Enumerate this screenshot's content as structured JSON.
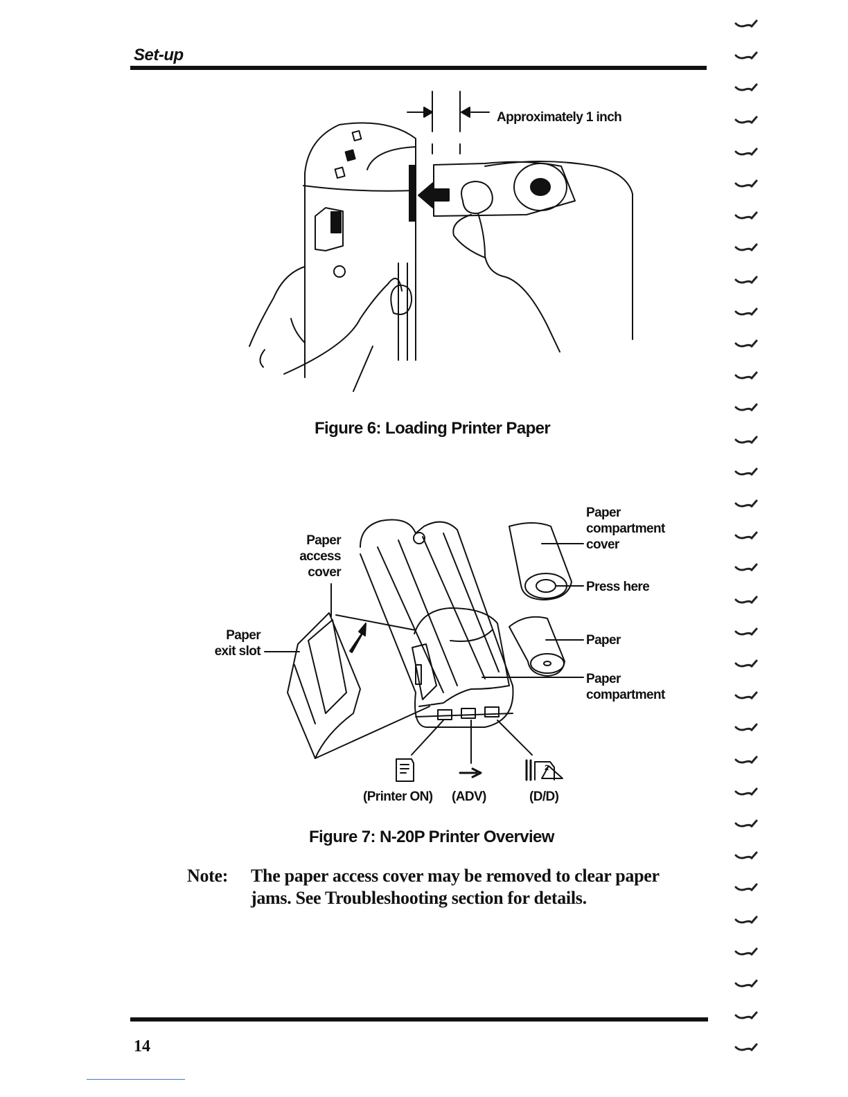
{
  "header": {
    "section_title": "Set-up"
  },
  "figure6": {
    "dimension_label": "Approximately 1 inch",
    "caption": "Figure 6: Loading Printer Paper"
  },
  "figure7": {
    "labels": {
      "paper_access_cover": [
        "Paper",
        "access",
        "cover"
      ],
      "paper_exit_slot": [
        "Paper",
        "exit slot"
      ],
      "paper_compartment_cover": [
        "Paper",
        "compartment",
        "cover"
      ],
      "press_here": "Press here",
      "paper": "Paper",
      "paper_compartment": [
        "Paper",
        "compartment"
      ]
    },
    "buttons": {
      "printer_on": "(Printer ON)",
      "adv": "(ADV)",
      "dd": "(D/D)"
    },
    "caption": "Figure 7: N-20P Printer Overview"
  },
  "note": {
    "label": "Note:",
    "line1": "The paper access cover may be removed to clear paper",
    "line2": "jams. See Troubleshooting section for details."
  },
  "footer": {
    "page_number": "14"
  }
}
